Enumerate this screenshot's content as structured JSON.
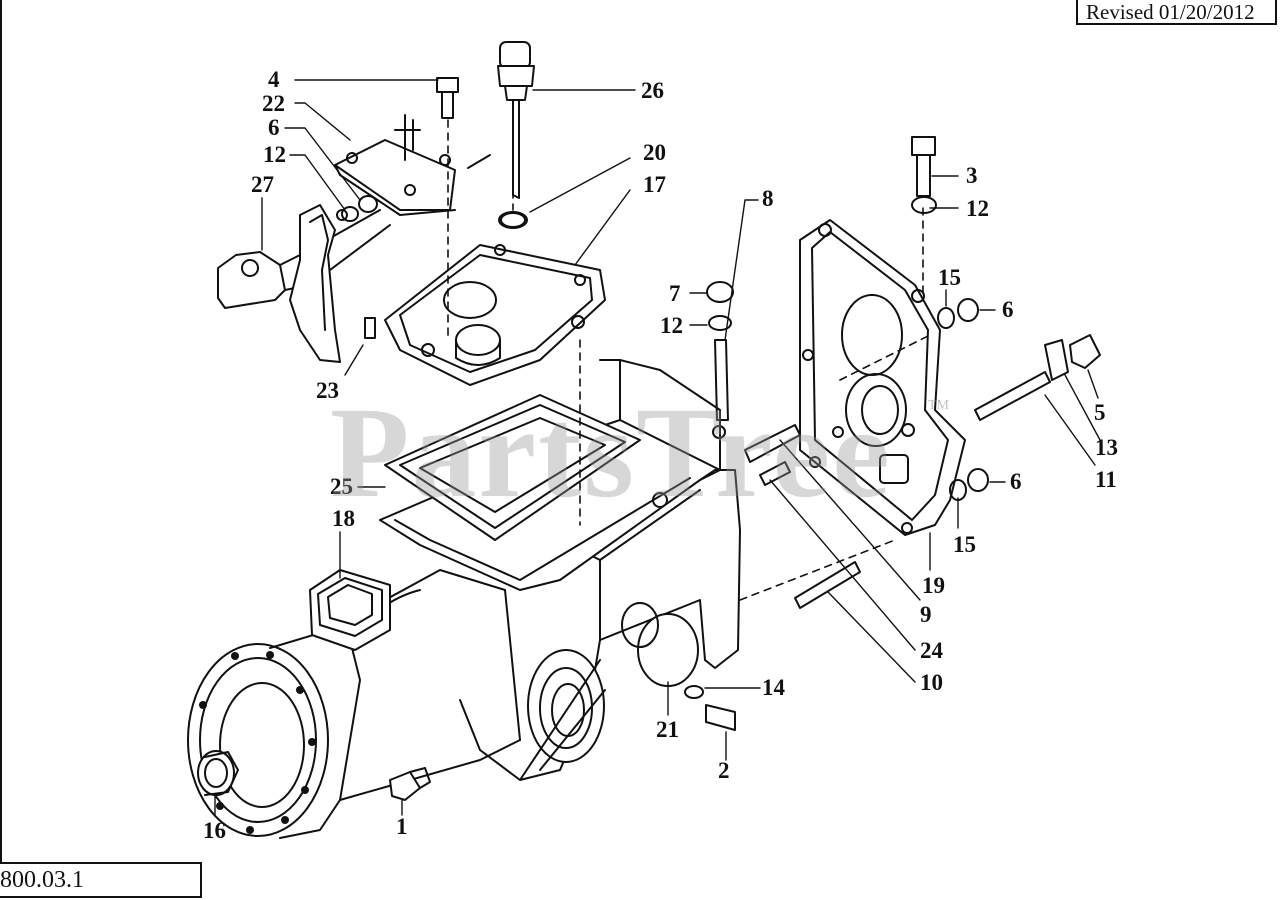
{
  "header": {
    "revised_label": "Revised 01/20/2012"
  },
  "footer": {
    "diagram_code": "800.03.1"
  },
  "watermark": {
    "text": "PartsTree",
    "mark": "TM"
  },
  "callouts": [
    {
      "id": "c4",
      "label": "4"
    },
    {
      "id": "c22",
      "label": "22"
    },
    {
      "id": "c6a",
      "label": "6"
    },
    {
      "id": "c12a",
      "label": "12"
    },
    {
      "id": "c27",
      "label": "27"
    },
    {
      "id": "c26",
      "label": "26"
    },
    {
      "id": "c20",
      "label": "20"
    },
    {
      "id": "c17",
      "label": "17"
    },
    {
      "id": "c8",
      "label": "8"
    },
    {
      "id": "c3",
      "label": "3"
    },
    {
      "id": "c12b",
      "label": "12"
    },
    {
      "id": "c7",
      "label": "7"
    },
    {
      "id": "c12c",
      "label": "12"
    },
    {
      "id": "c15a",
      "label": "15"
    },
    {
      "id": "c6b",
      "label": "6"
    },
    {
      "id": "c5",
      "label": "5"
    },
    {
      "id": "c13",
      "label": "13"
    },
    {
      "id": "c11",
      "label": "11"
    },
    {
      "id": "c23",
      "label": "23"
    },
    {
      "id": "c25",
      "label": "25"
    },
    {
      "id": "c6c",
      "label": "6"
    },
    {
      "id": "c15b",
      "label": "15"
    },
    {
      "id": "c18",
      "label": "18"
    },
    {
      "id": "c19",
      "label": "19"
    },
    {
      "id": "c9",
      "label": "9"
    },
    {
      "id": "c24",
      "label": "24"
    },
    {
      "id": "c10",
      "label": "10"
    },
    {
      "id": "c14",
      "label": "14"
    },
    {
      "id": "c21",
      "label": "21"
    },
    {
      "id": "c2",
      "label": "2"
    },
    {
      "id": "c16",
      "label": "16"
    },
    {
      "id": "c1",
      "label": "1"
    }
  ]
}
